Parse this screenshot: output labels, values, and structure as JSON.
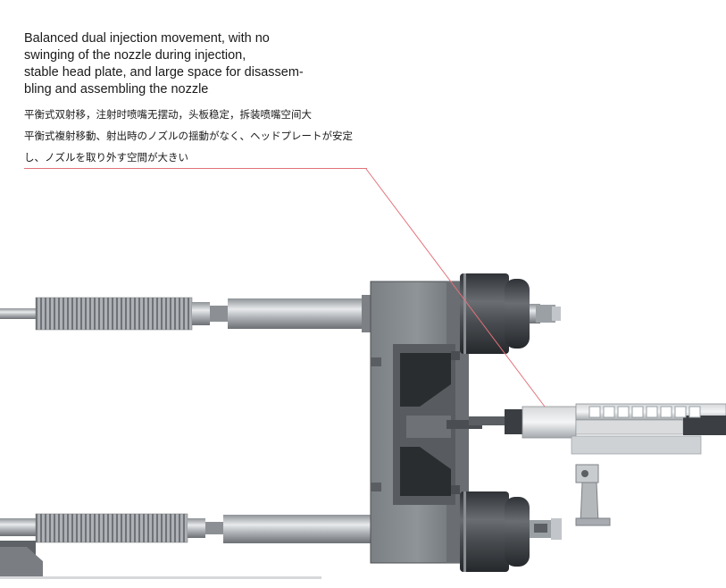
{
  "caption": {
    "english": "Balanced dual injection movement, with no\nswinging of the nozzle during injection,\nstable head plate, and large space for disassem-\nbling and assembling the nozzle",
    "chinese": "平衡式双射移，注射时喷嘴无摆动，头板稳定，拆装喷嘴空间大",
    "japanese_line1": "平衡式複射移動、射出時のノズルの揺動がなく、ヘッドプレートが安定",
    "japanese_line2": "し、ノズルを取り外す空間が大きい"
  },
  "colors": {
    "leader_line": "#e2737a",
    "plate_dark": "#6e7276",
    "plate_mid": "#8b9094",
    "rod_steel": "#b9bdc1",
    "cylinder_dark": "#3c3f43"
  },
  "icons": [
    "injection-unit-illustration",
    "nozzle-assembly",
    "support-bracket"
  ]
}
